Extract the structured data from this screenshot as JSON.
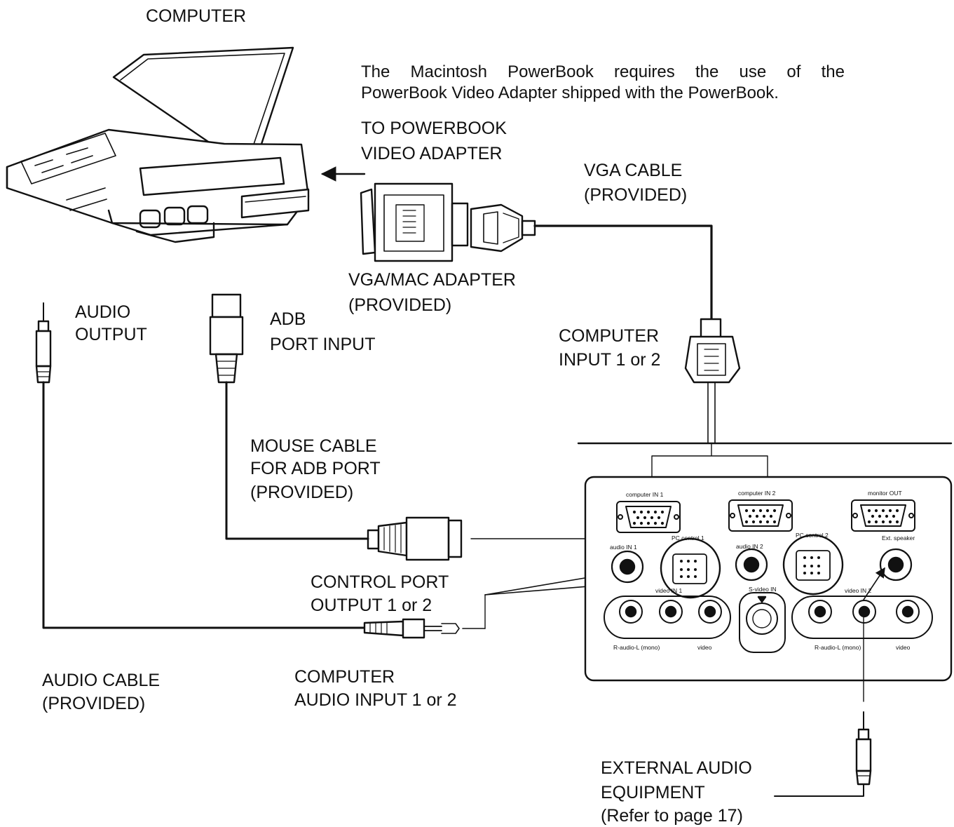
{
  "labels": {
    "computer": "COMPUTER",
    "note_line1": "The Macintosh PowerBook requires the use of the",
    "note_line2": "PowerBook Video Adapter shipped with the PowerBook.",
    "to_powerbook_1": "TO POWERBOOK",
    "to_powerbook_2": "VIDEO ADAPTER",
    "vga_cable_1": "VGA CABLE",
    "vga_cable_2": "(PROVIDED)",
    "vga_mac_adapter_1": "VGA/MAC ADAPTER",
    "vga_mac_adapter_2": "(PROVIDED)",
    "audio_output_1": "AUDIO",
    "audio_output_2": "OUTPUT",
    "adb_port_1": "ADB",
    "adb_port_2": "PORT INPUT",
    "computer_input_1": "COMPUTER",
    "computer_input_2": "INPUT 1 or 2",
    "mouse_cable_1": "MOUSE CABLE",
    "mouse_cable_2": "FOR ADB PORT",
    "mouse_cable_3": "(PROVIDED)",
    "control_port_1": "CONTROL PORT",
    "control_port_2": "OUTPUT 1 or 2",
    "audio_cable_1": "AUDIO CABLE",
    "audio_cable_2": "(PROVIDED)",
    "computer_audio_1": "COMPUTER",
    "computer_audio_2": "AUDIO INPUT 1 or 2",
    "external_audio_1": "EXTERNAL AUDIO",
    "external_audio_2": "EQUIPMENT",
    "external_audio_3": "(Refer to page 17)"
  },
  "panel": {
    "computer_in_1": "computer IN 1",
    "computer_in_2": "computer IN 2",
    "monitor_out": "monitor OUT",
    "pc_control_1": "PC control 1",
    "pc_control_2": "PC control 2",
    "audio_in_1": "audio IN 1",
    "audio_in_2": "audio IN 2",
    "ext_speaker": "Ext. speaker",
    "video_in_1": "video IN 1",
    "video_in_2": "video IN 2",
    "s_video_in": "S-video IN",
    "r_audio_l_mono_1": "R-audio-L (mono)",
    "video_1": "video",
    "r_audio_l_mono_2": "R-audio-L (mono)",
    "video_2": "video"
  },
  "icons": [
    "laptop-icon",
    "vga-mac-adapter-icon",
    "vga-plug-icon",
    "audio-plug-icon",
    "adb-plug-icon",
    "control-plug-icon",
    "connector-panel-icon"
  ]
}
